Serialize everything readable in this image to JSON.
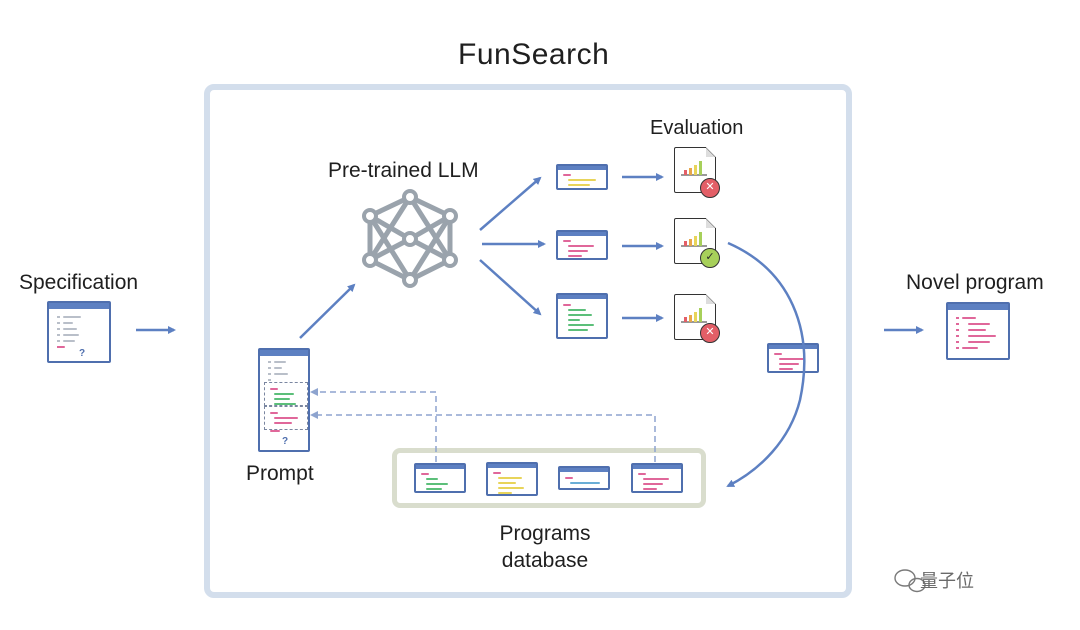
{
  "title": "FunSearch",
  "labels": {
    "specification": "Specification",
    "novel_program": "Novel program",
    "pretrained_llm": "Pre-trained LLM",
    "evaluation": "Evaluation",
    "prompt": "Prompt",
    "programs_database_line1": "Programs",
    "programs_database_line2": "database"
  },
  "question_mark": "?",
  "watermark": "量子位",
  "evaluation_results": [
    "fail",
    "pass",
    "fail"
  ],
  "colors": {
    "arrow": "#5d80c2",
    "frame": "#d3deec",
    "doc_border": "#4f6fae",
    "database_border": "#d9ddcd",
    "fail_badge": "#e35f67",
    "pass_badge": "#a7d05a",
    "code_pink": "#e0679a",
    "code_green": "#5cbf7a",
    "code_yellow": "#e8d45a",
    "code_blue": "#6aaed6",
    "code_gray": "#b9bfc9"
  }
}
